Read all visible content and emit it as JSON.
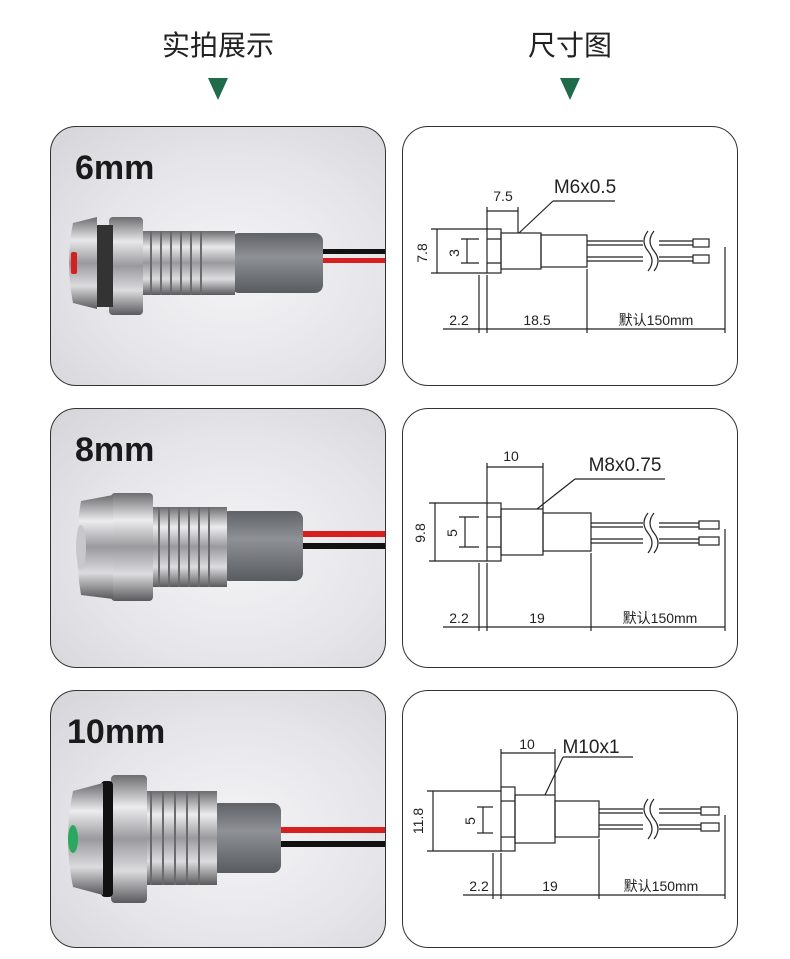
{
  "header": {
    "left_title": "实拍展示",
    "right_title": "尺寸图"
  },
  "colors": {
    "arrow": "#1f6b4b",
    "wire_red": "#d81f1f",
    "wire_black": "#111111",
    "sleeve": "#7c7f84",
    "lens_red": "#d32020",
    "lens_green": "#2aa860"
  },
  "rows": [
    {
      "size": "6mm",
      "thread": "M6x0.5",
      "dims": {
        "hex": "7.5",
        "height": "7.8",
        "lens": "3",
        "head": "2.2",
        "body": "18.5",
        "wire": "默认150mm"
      }
    },
    {
      "size": "8mm",
      "thread": "M8x0.75",
      "dims": {
        "hex": "10",
        "height": "9.8",
        "lens": "5",
        "head": "2.2",
        "body": "19",
        "wire": "默认150mm"
      }
    },
    {
      "size": "10mm",
      "thread": "M10x1",
      "dims": {
        "hex": "10",
        "height": "11.8",
        "lens": "5",
        "head": "2.2",
        "body": "19",
        "wire": "默认150mm"
      }
    }
  ]
}
